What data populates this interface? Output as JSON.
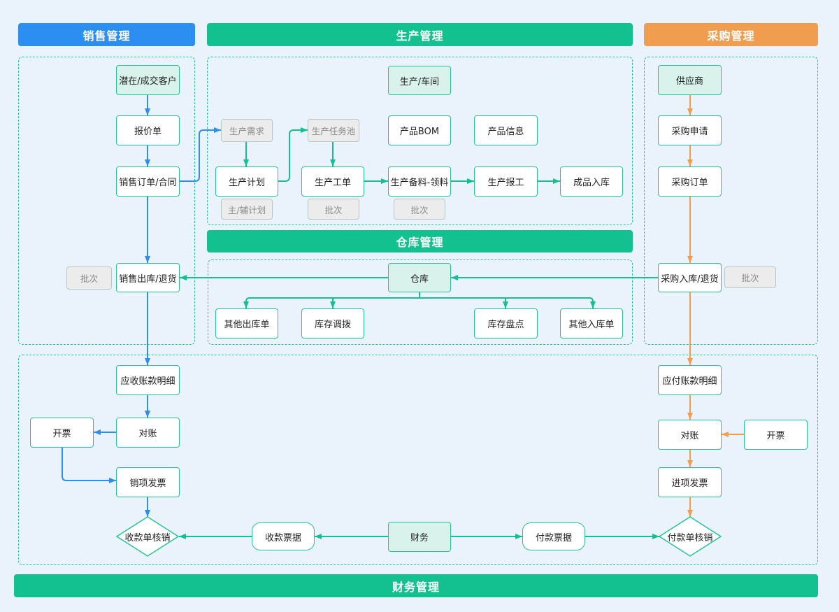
{
  "colors": {
    "sales": "#2b8ef0",
    "prod": "#13c08f",
    "purchase": "#f19d4f",
    "bg": "#eaf3fb",
    "node-border": "#26c393",
    "teal-fill": "#d9f3ec"
  },
  "sections": {
    "sales": "销售管理",
    "production": "生产管理",
    "purchase": "采购管理",
    "warehouse": "仓库管理",
    "finance": "财务管理"
  },
  "sales": {
    "customer": "潜在/成交客户",
    "quote": "报价单",
    "order": "销售订单/合同",
    "outbound": "销售出库/退货",
    "batch": "批次"
  },
  "production": {
    "workshop": "生产/车间",
    "demand": "生产需求",
    "task_pool": "生产任务池",
    "bom": "产品BOM",
    "product_info": "产品信息",
    "plan": "生产计划",
    "work_order": "生产工单",
    "material": "生产备料-领料",
    "report": "生产报工",
    "finished_inbound": "成品入库",
    "plan_type": "主/辅计划",
    "work_order_batch": "批次",
    "material_batch": "批次"
  },
  "warehouse": {
    "warehouse": "仓库",
    "other_outbound": "其他出库单",
    "transfer": "库存调拨",
    "stocktake": "库存盘点",
    "other_inbound": "其他入库单"
  },
  "purchase": {
    "supplier": "供应商",
    "request": "采购申请",
    "order": "采购订单",
    "inbound": "采购入库/退货",
    "batch": "批次"
  },
  "finance": {
    "receivable": "应收账款明细",
    "ar_reconcile": "对账",
    "ar_invoice_issue": "开票",
    "output_invoice": "销项发票",
    "receipt_writeoff": "收款单核销",
    "receipt_bill": "收款票据",
    "finance": "财务",
    "payment_bill": "付款票据",
    "payment_writeoff": "付款单核销",
    "payable": "应付账款明细",
    "ap_reconcile": "对账",
    "ap_invoice_issue": "开票",
    "input_invoice": "进项发票"
  }
}
